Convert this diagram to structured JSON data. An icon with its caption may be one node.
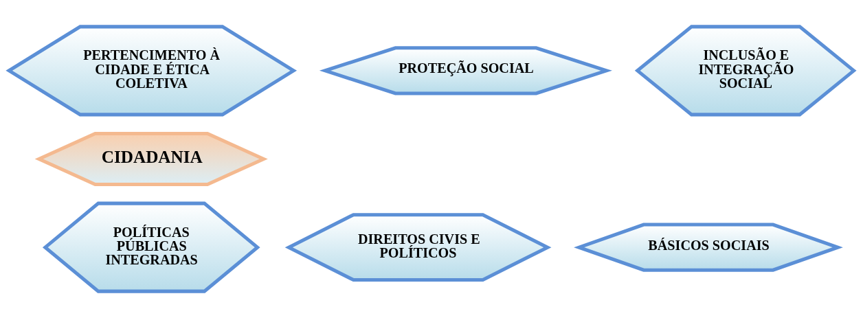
{
  "diagram": {
    "nodes": [
      {
        "text": [
          "PERTENCIMENTO À CIDADE E ÉTICA COLETIVA"
        ]
      },
      {
        "text": [
          "PROTEÇÃO SOCIAL"
        ]
      },
      {
        "text": [
          "INCLUSÃO E INTEGRAÇÃO SOCIAL"
        ]
      },
      {
        "text": [
          "CIDADANIA"
        ]
      },
      {
        "text": [
          "DIREITOS CIVIS E POLÍTICOS"
        ]
      },
      {
        "text": [
          "POLÍTICAS PÚBLICAS INTEGRADAS"
        ]
      },
      {
        "text": [
          "BÁSICOS SOCIAIS"
        ]
      }
    ],
    "edges": []
  }
}
